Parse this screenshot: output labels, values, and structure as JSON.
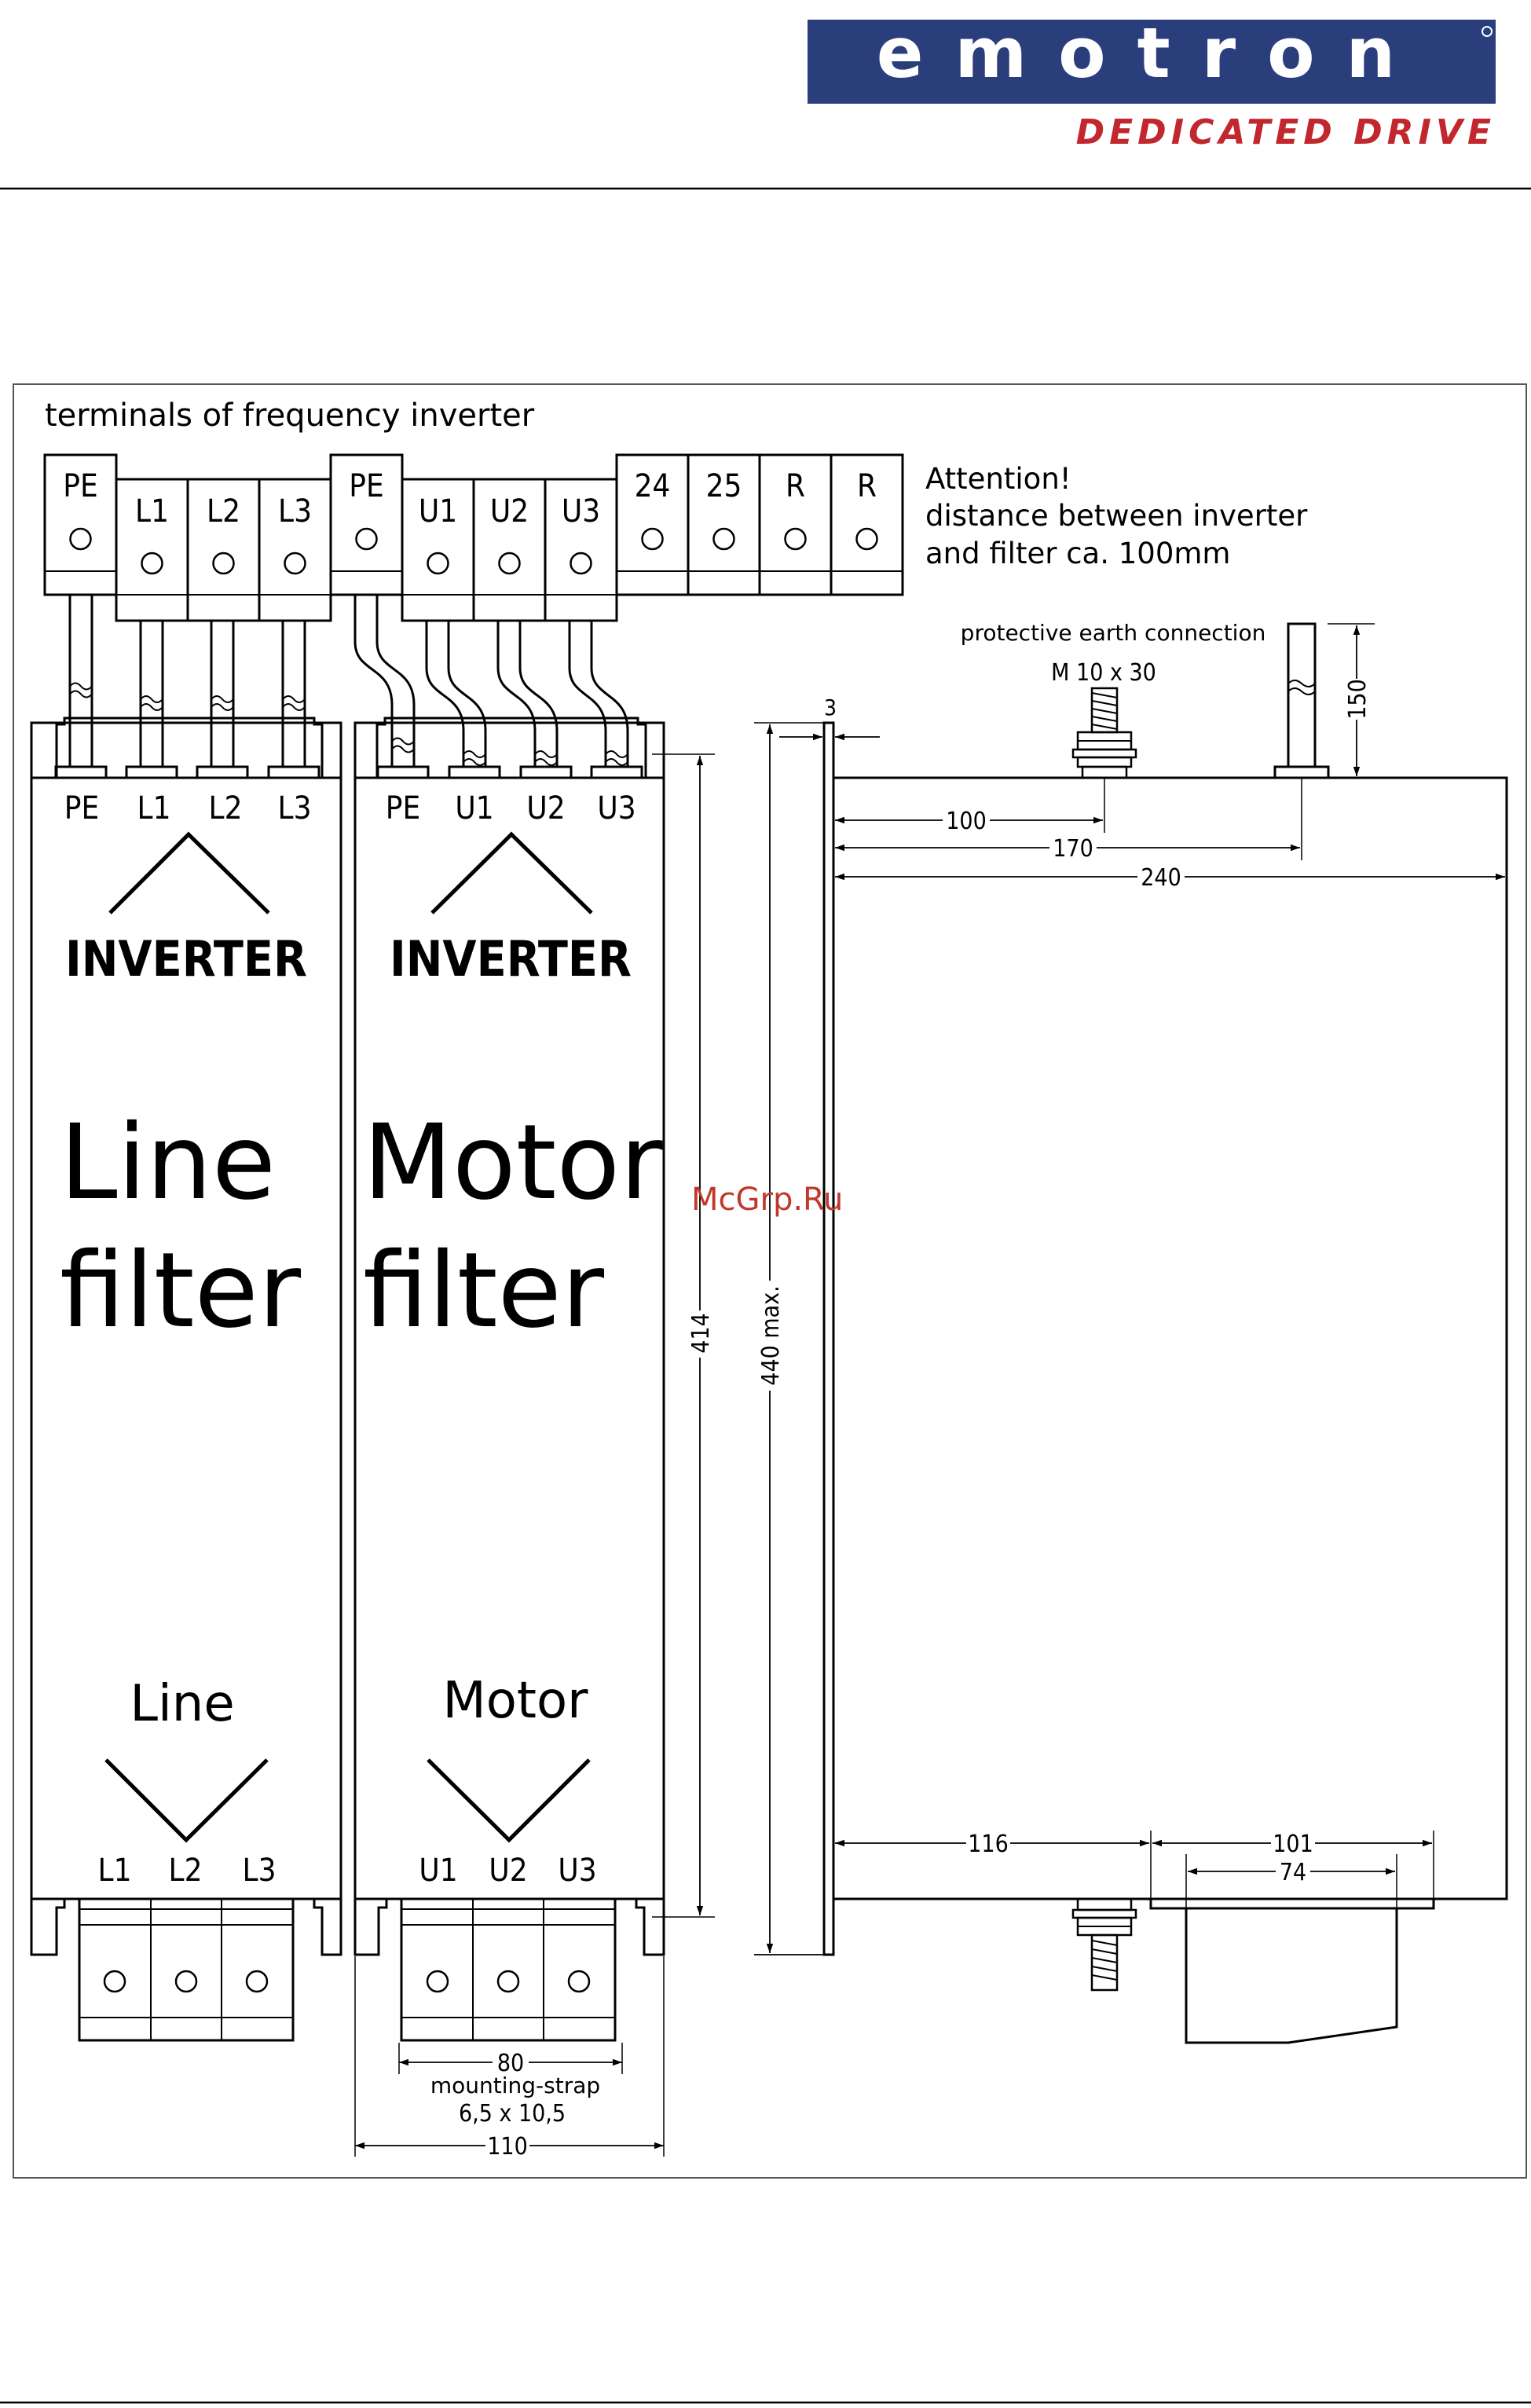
{
  "brand": {
    "logo_text": "emotron",
    "tagline": "DEDICATED DRIVE",
    "logo_bg": "#2a3e7c",
    "tagline_color": "#c1272d",
    "watermark": "McGrp.Ru"
  },
  "diagram": {
    "title": "terminals of frequency inverter",
    "attention": [
      "Attention!",
      "distance between inverter",
      "and filter ca. 100mm"
    ],
    "inverter_terminals": [
      "PE",
      "L1",
      "L2",
      "L3",
      "PE",
      "U1",
      "U2",
      "U3",
      "24",
      "25",
      "R",
      "R"
    ],
    "line_filter": {
      "top_terminals": [
        "PE",
        "L1",
        "L2",
        "L3"
      ],
      "inverter_label": "INVERTER",
      "name_lines": [
        "Line",
        "filter"
      ],
      "bottom_label": "Line",
      "bottom_terminals": [
        "L1",
        "L2",
        "L3"
      ]
    },
    "motor_filter": {
      "top_terminals": [
        "PE",
        "U1",
        "U2",
        "U3"
      ],
      "inverter_label": "INVERTER",
      "name_lines": [
        "Motor",
        "filter"
      ],
      "bottom_label": "Motor",
      "bottom_terminals": [
        "U1",
        "U2",
        "U3"
      ]
    },
    "side_view": {
      "pe_label": "protective earth connection",
      "pe_bolt": "M 10 x 30"
    },
    "dimensions": {
      "d3": "3",
      "d100": "100",
      "d170": "170",
      "d240": "240",
      "d150": "150",
      "d414": "414",
      "d440": "440 max.",
      "d116": "116",
      "d101": "101",
      "d74": "74",
      "d80": "80",
      "d110": "110",
      "strap_label": "mounting-strap",
      "strap_size": "6,5 x 10,5"
    }
  }
}
